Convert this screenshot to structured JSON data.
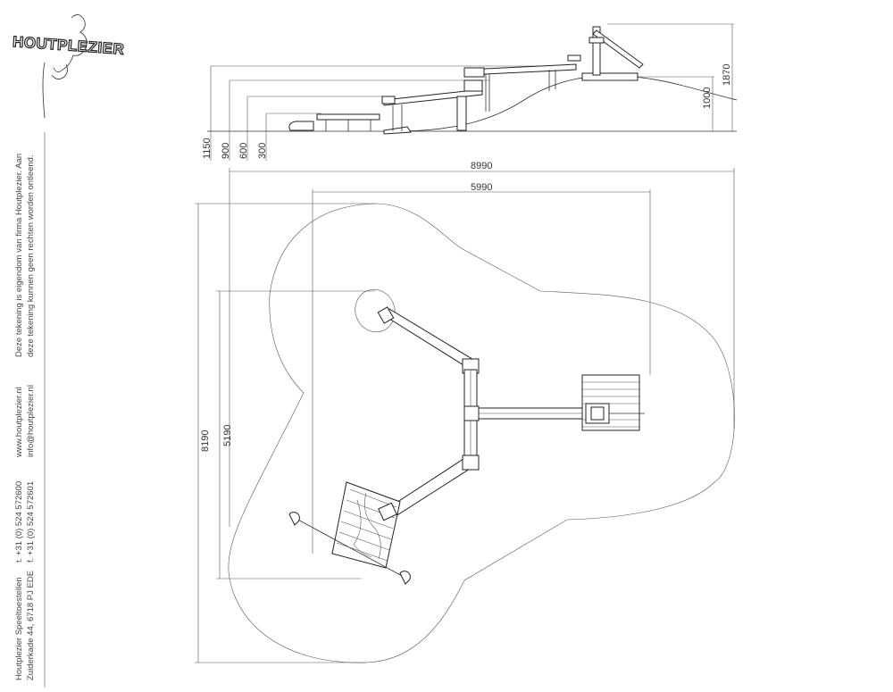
{
  "brand": {
    "logo_text": "HOUTPLEZIER"
  },
  "sidebar": {
    "address_line1": "Houtplezier Speeltoestellen",
    "address_line2": "Zuiderkade 44, 6718 PJ EDE",
    "phone": "t. +31 (0) 524 572600",
    "fax": "f. +31 (0) 524 572601",
    "website": "www.houtplezier.nl",
    "email": "info@houtplezier.nl",
    "disclaimer_line1": "Deze tekening is eigendom van firma Houtplezier. Aan",
    "disclaimer_line2": "deze tekening kunnen geen rechten worden ontleend."
  },
  "side_view": {
    "dim_1150": "1150",
    "dim_900": "900",
    "dim_600": "600",
    "dim_300": "300",
    "dim_1000": "1000",
    "dim_1870": "1870"
  },
  "top_view": {
    "dim_8990": "8990",
    "dim_5990": "5990",
    "dim_8190": "8190",
    "dim_5190": "5190"
  },
  "colors": {
    "line": "#333333",
    "text": "#333333",
    "background": "#ffffff"
  }
}
